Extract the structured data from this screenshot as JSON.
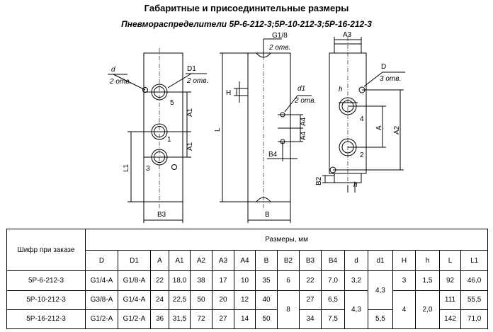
{
  "title": "Габаритные и присоединительные размеры",
  "subtitle": "Пневмораспределители 5Р-6-212-3;5Р-10-212-3;5Р-16-212-3",
  "drawing": {
    "labels": {
      "d": "d",
      "d_qty": "2 отв.",
      "D1": "D1",
      "D1_qty": "2 отв.",
      "A1": "A1",
      "L1": "L1",
      "B3": "B3",
      "port5": "5",
      "port1": "1",
      "port3": "3",
      "G": "G1/8",
      "G_qty": "2 отв.",
      "H": "H",
      "d1": "d1",
      "d1_qty": "2 отв.",
      "A4": "A4",
      "B4": "B4",
      "L": "L",
      "B": "B",
      "A3": "A3",
      "D": "D",
      "D_qty": "3 отв.",
      "h": "h",
      "A": "A",
      "A2": "A2",
      "B2": "B2",
      "port4": "4",
      "port2": "2"
    }
  },
  "table": {
    "order_code_header": "Шифр при заказе",
    "group_header": "Размеры, мм",
    "columns": [
      "D",
      "D1",
      "A",
      "A1",
      "A2",
      "A3",
      "A4",
      "B",
      "B2",
      "B3",
      "B4",
      "d",
      "d1",
      "H",
      "h",
      "L",
      "L1"
    ],
    "rows": [
      {
        "code": "5Р-6-212-3",
        "D": "G1/4-A",
        "D1": "G1/8-A",
        "A": "22",
        "A1": "18,0",
        "A2": "38",
        "A3": "17",
        "A4": "10",
        "B": "35",
        "B2": "6",
        "B3": "22",
        "B4": "7,0",
        "d": "3,2",
        "H": "3",
        "h": "1,5",
        "L": "92",
        "L1": "46,0"
      },
      {
        "code": "5Р-10-212-3",
        "D": "G3/8-A",
        "D1": "G1/4-A",
        "A": "24",
        "A1": "22,5",
        "A2": "50",
        "A3": "20",
        "A4": "12",
        "B": "40",
        "B3": "27",
        "B4": "6,5",
        "L": "111",
        "L1": "55,5"
      },
      {
        "code": "5Р-16-212-3",
        "D": "G1/2-A",
        "D1": "G1/2-A",
        "A": "36",
        "A1": "31,5",
        "A2": "72",
        "A3": "27",
        "A4": "14",
        "B": "50",
        "B3": "34",
        "B4": "7,5",
        "d1": "5,5",
        "L": "142",
        "L1": "71,0"
      }
    ],
    "merged": {
      "d1_rows_1_2": "4,3",
      "B2_rows_2_3": "8",
      "d_rows_2_3": "4,3",
      "H_rows_2_3": "4",
      "h_rows_2_3": "2,0"
    }
  }
}
